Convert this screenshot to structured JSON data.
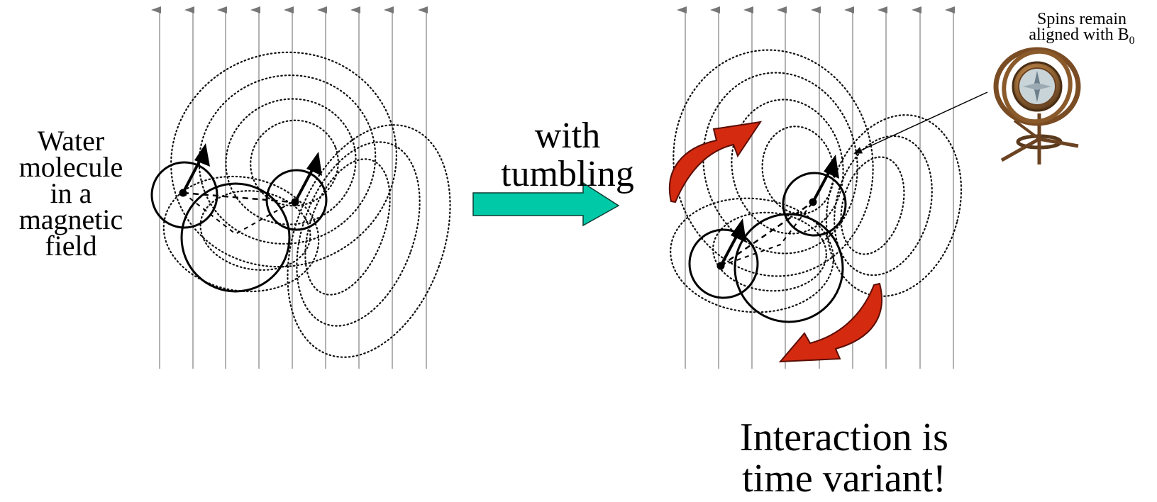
{
  "left_panel": {
    "label_lines": [
      "Water",
      "molecule",
      "in a",
      "magnetic",
      "field"
    ]
  },
  "transition": {
    "label_lines": [
      "with",
      "tumbling"
    ],
    "arrow_color": "#00c9a7"
  },
  "right_panel": {
    "callout": {
      "line1": "Spins remain",
      "line2_prefix": "aligned with B",
      "line2_subscript": "0"
    },
    "caption_lines": [
      "Interaction is",
      "time variant!"
    ],
    "rotation_arrow_color": "#d42a10",
    "compass_icon": "gyroscope-compass-icon"
  },
  "colors": {
    "field_line": "#888888",
    "dipole_line": "#111111"
  }
}
